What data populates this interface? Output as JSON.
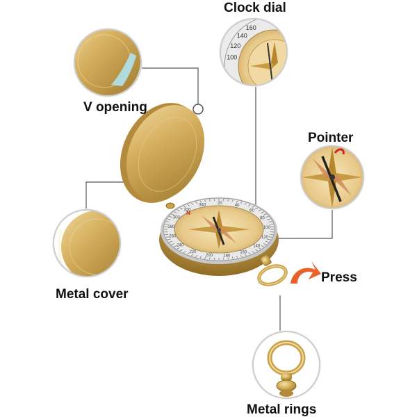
{
  "labels": {
    "clock_dial": "Clock dial",
    "v_opening": "V opening",
    "pointer": "Pointer",
    "press": "Press",
    "metal_cover": "Metal cover",
    "metal_rings": "Metal rings"
  },
  "dial_numbers": [
    "340",
    "20",
    "40",
    "60",
    "80",
    "100",
    "120",
    "140",
    "160",
    "180",
    "200",
    "220",
    "240",
    "260",
    "280",
    "300",
    "320"
  ],
  "zoom_dial_numbers": [
    "100",
    "120",
    "140",
    "160"
  ],
  "compass_letter": "N",
  "colors": {
    "brass": "#c9a24a",
    "brass_dark": "#8a6a20",
    "brass_light": "#efd89a",
    "callout_line": "#555555",
    "press_arrow": "#e8622a"
  }
}
